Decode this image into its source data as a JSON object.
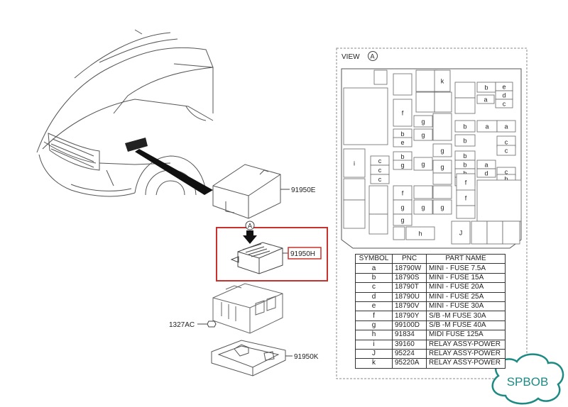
{
  "view_header": {
    "prefix": "VIEW",
    "marker": "A"
  },
  "callouts": {
    "cover_top": "91950E",
    "fuse_box": "91950H",
    "bolt": "1327AC",
    "lower_cover": "91950K",
    "view_arrow": "A"
  },
  "fuse_layout_labels": [
    "k",
    "b",
    "e",
    "d",
    "a",
    "c",
    "f",
    "g",
    "g",
    "b",
    "e",
    "g",
    "g",
    "b",
    "a",
    "a",
    "b",
    "c",
    "c",
    "b",
    "b",
    "g",
    "g",
    "b",
    "b",
    "a",
    "c",
    "d",
    "b",
    "a",
    "c",
    "c",
    "f",
    "f",
    "f",
    "i",
    "c",
    "c",
    "c",
    "f",
    "g",
    "g",
    "g",
    "g",
    "h",
    "J"
  ],
  "parts_table": {
    "headers": [
      "SYMBOL",
      "PNC",
      "PART NAME"
    ],
    "rows": [
      [
        "a",
        "18790W",
        "MINI - FUSE 7.5A"
      ],
      [
        "b",
        "18790S",
        "MINI - FUSE 15A"
      ],
      [
        "c",
        "18790T",
        "MINI - FUSE 20A"
      ],
      [
        "d",
        "18790U",
        "MINI - FUSE 25A"
      ],
      [
        "e",
        "18790V",
        "MINI - FUSE 30A"
      ],
      [
        "f",
        "18790Y",
        "S/B -M FUSE 30A"
      ],
      [
        "g",
        "99100D",
        "S/B -M FUSE 40A"
      ],
      [
        "h",
        "91834",
        "MIDI FUSE 125A"
      ],
      [
        "i",
        "39160",
        "RELAY ASSY-POWER"
      ],
      [
        "J",
        "95224",
        "RELAY ASSY-POWER"
      ],
      [
        "k",
        "95220A",
        "RELAY ASSY-POWER"
      ]
    ]
  },
  "watermark": {
    "text": "SPBOB",
    "color": "#1d8a84"
  },
  "colors": {
    "highlight_frame": "#c8322e",
    "line_art": "#444444",
    "dashed_frame": "#8a8a8a"
  }
}
